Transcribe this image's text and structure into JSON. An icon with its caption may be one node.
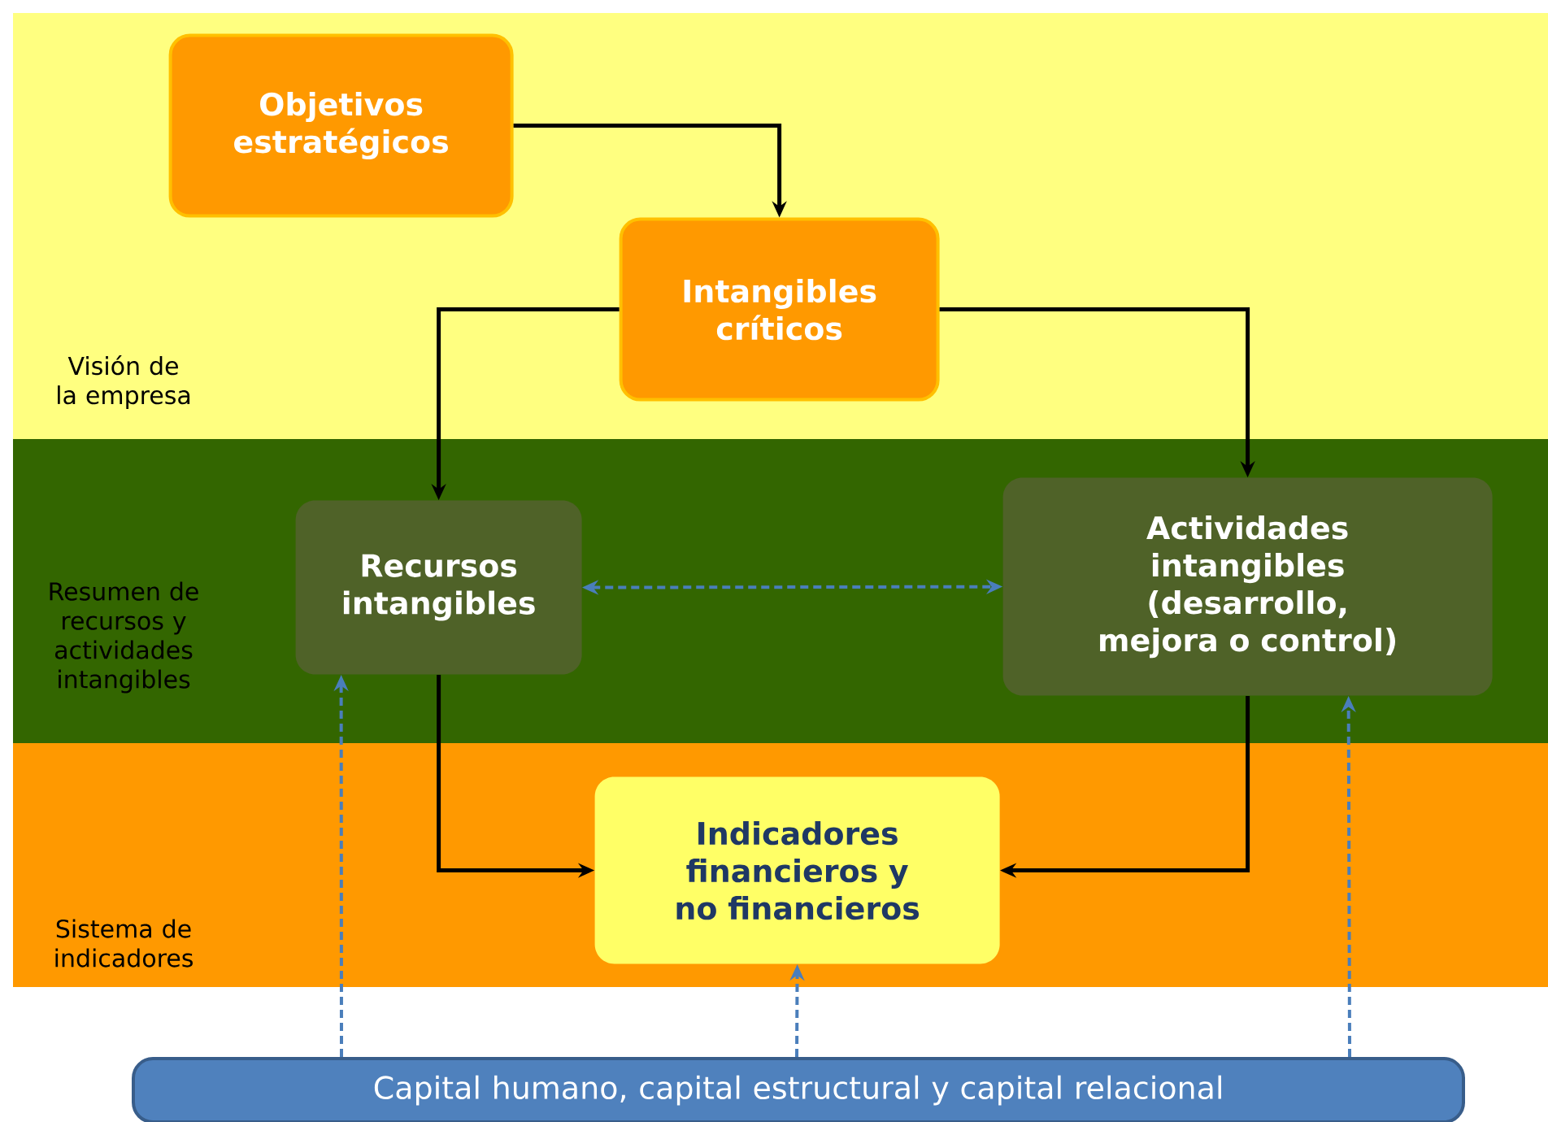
{
  "diagram": {
    "nodes": [
      {
        "text": [
          "Visión de la empresa"
        ]
      },
      {
        "text": [
          "Objetivos estratégicos"
        ],
        "in": 0
      },
      {
        "text": [
          "Intangibles críticos"
        ],
        "in": 0
      },
      {
        "text": [
          "Resumen de recursos y actividades intangibles"
        ]
      },
      {
        "text": [
          "Recursos intangibles"
        ],
        "in": 3
      },
      {
        "text": [
          "Actividades intangibles (desarrollo, mejora o control)"
        ],
        "in": 3
      },
      {
        "text": [
          "Sistema de indicadores"
        ]
      },
      {
        "text": [
          "Indicadores financieros y no financieros"
        ],
        "in": 6
      },
      {
        "text": [
          "Capital humano, capital estructural y capital relacional"
        ]
      }
    ],
    "edges": [
      {
        "from": 1,
        "to": 2,
        "arrow": "to"
      },
      {
        "from": 2,
        "to": 4,
        "arrow": "to"
      },
      {
        "from": 2,
        "to": 5,
        "arrow": "to"
      },
      {
        "from": 4,
        "to": 5,
        "arrow": "both",
        "style": "dashed",
        "color": "#4a7ebb"
      },
      {
        "from": 4,
        "to": 7,
        "arrow": "to"
      },
      {
        "from": 5,
        "to": 7,
        "arrow": "to"
      },
      {
        "from": 8,
        "to": 4,
        "arrow": "to",
        "style": "dashed",
        "color": "#4a7ebb"
      },
      {
        "from": 8,
        "to": 7,
        "arrow": "to",
        "style": "dashed",
        "color": "#4a7ebb"
      },
      {
        "from": 8,
        "to": 5,
        "arrow": "to",
        "style": "dashed",
        "color": "#4a7ebb"
      }
    ]
  }
}
